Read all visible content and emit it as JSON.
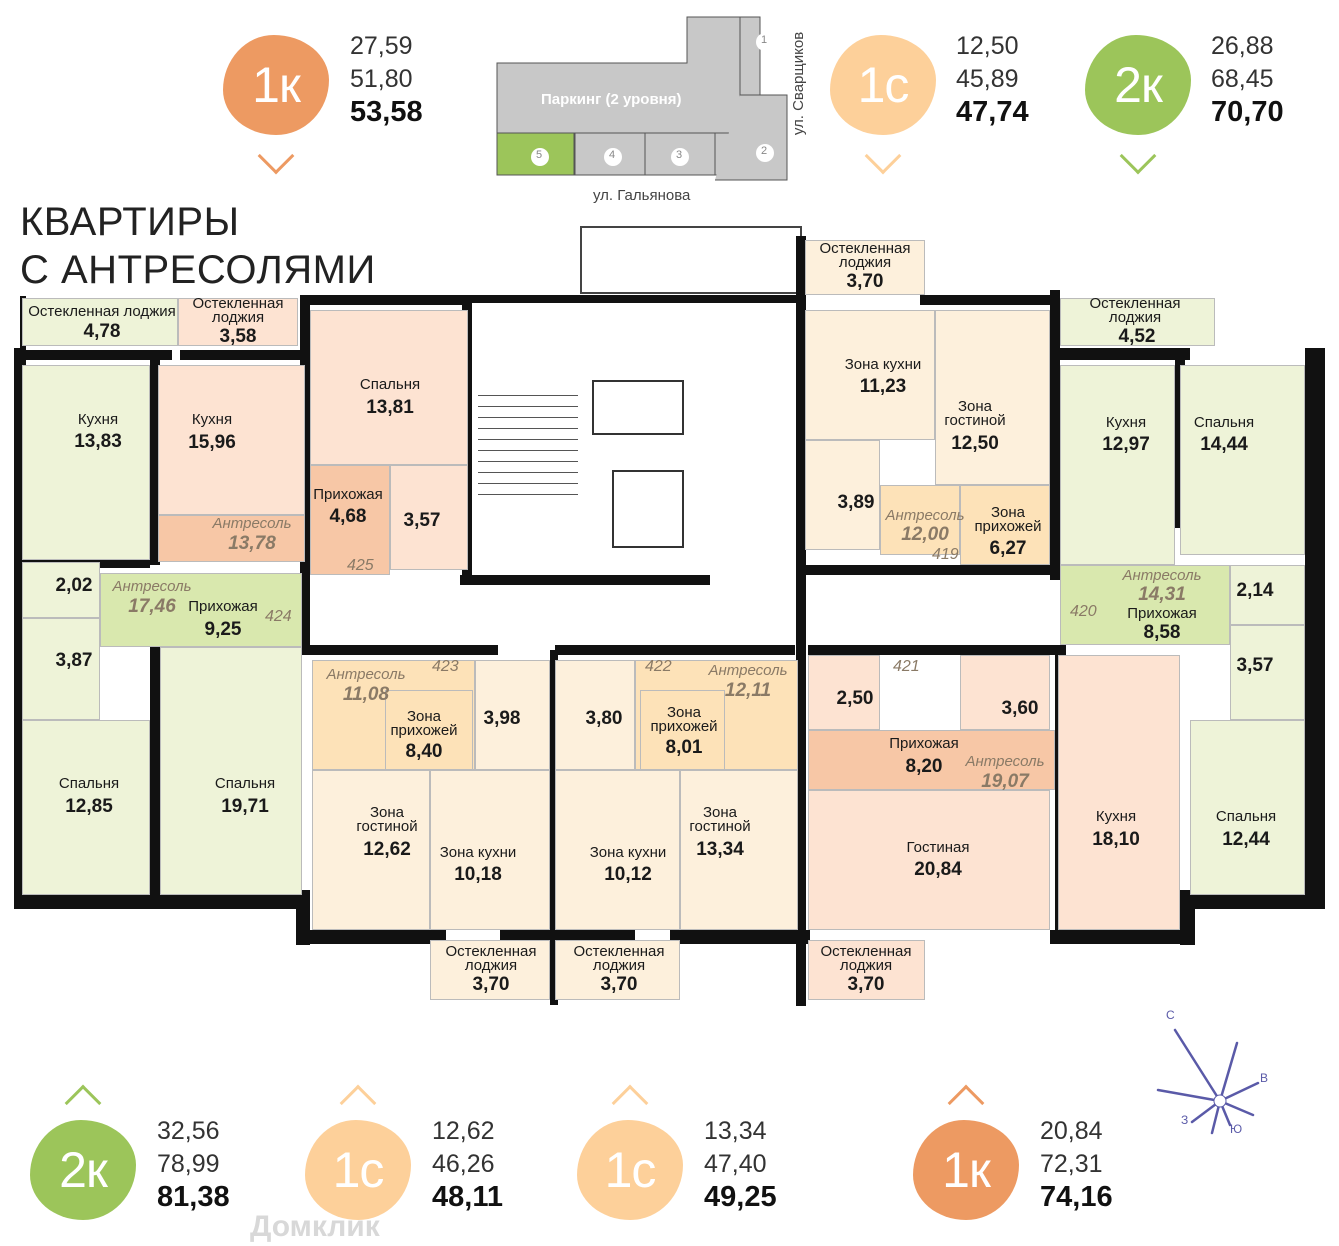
{
  "summary_top": [
    {
      "type": "1к",
      "living": "27,59",
      "total_no_ant": "51,80",
      "total": "53,58",
      "color": "#ed9a62"
    },
    {
      "type": "1с",
      "living": "12,50",
      "total_no_ant": "45,89",
      "total": "47,74",
      "color": "#fdd09a"
    },
    {
      "type": "2к",
      "living": "26,88",
      "total_no_ant": "68,45",
      "total": "70,70",
      "color": "#9cc55a"
    }
  ],
  "summary_bottom": [
    {
      "type": "2к",
      "living": "32,56",
      "total_no_ant": "78,99",
      "total": "81,38",
      "color": "#9cc55a"
    },
    {
      "type": "1с",
      "living": "12,62",
      "total_no_ant": "46,26",
      "total": "48,11",
      "color": "#fdd09a"
    },
    {
      "type": "1с",
      "living": "13,34",
      "total_no_ant": "47,40",
      "total": "49,25",
      "color": "#fdd09a"
    },
    {
      "type": "1к",
      "living": "20,84",
      "total_no_ant": "72,31",
      "total": "74,16",
      "color": "#ed9a62"
    }
  ],
  "title": {
    "line1": "КВАРТИРЫ",
    "line2": "С АНТРЕСОЛЯМИ"
  },
  "site_plan": {
    "parking": "Паркинг (2 уровня)",
    "sections": [
      "1",
      "2",
      "3",
      "4",
      "5"
    ],
    "current_section": "5",
    "street_bottom": "ул. Гальянова",
    "street_right": "ул. Сварщиков",
    "highlight_color": "#9cc55a"
  },
  "rooms": [
    {
      "name": "Остекленная лоджия",
      "area": "4,78"
    },
    {
      "name": "Кухня",
      "area": "13,83"
    },
    {
      "name": "",
      "area": "2,02"
    },
    {
      "name": "Антресоль",
      "area": "17,46",
      "name2": "Прихожая",
      "area2": "9,25"
    },
    {
      "name": "",
      "area": "3,87"
    },
    {
      "name": "Спальня",
      "area": "12,85"
    },
    {
      "name": "Спальня",
      "area": "19,71"
    },
    {
      "name": "Остекленная лоджия",
      "area": "3,58"
    },
    {
      "name": "Кухня",
      "area": "15,96"
    },
    {
      "name": "Антресоль",
      "area": "13,78"
    },
    {
      "name": "Спальня",
      "area": "13,81"
    },
    {
      "name": "Прихожая",
      "area": "4,68"
    },
    {
      "name": "",
      "area": "3,57"
    },
    {
      "name": "Остекленная лоджия",
      "area": "3,70"
    },
    {
      "name": "Зона кухни",
      "area": "11,23"
    },
    {
      "name": "Зона гостиной",
      "area": "12,50"
    },
    {
      "name": "",
      "area": "3,89"
    },
    {
      "name": "Антресоль",
      "area": "12,00"
    },
    {
      "name": "Зона прихожей",
      "area": "6,27"
    },
    {
      "name": "Остекленная лоджия",
      "area": "4,52"
    },
    {
      "name": "Кухня",
      "area": "12,97"
    },
    {
      "name": "Спальня",
      "area": "14,44"
    },
    {
      "name": "Антресоль",
      "area": "14,31",
      "name2": "Прихожая",
      "area2": "8,58"
    },
    {
      "name": "",
      "area": "2,14"
    },
    {
      "name": "",
      "area": "3,57"
    },
    {
      "name": "Спальня",
      "area": "12,44"
    },
    {
      "name": "Антресоль",
      "area": "11,08"
    },
    {
      "name": "Зона прихожей",
      "area": "8,40"
    },
    {
      "name": "",
      "area": "3,98"
    },
    {
      "name": "Зона гостиной",
      "area": "12,62"
    },
    {
      "name": "Зона кухни",
      "area": "10,18"
    },
    {
      "name": "Остекленная лоджия",
      "area": "3,70"
    },
    {
      "name": "",
      "area": "3,80"
    },
    {
      "name": "Антресоль",
      "area": "12,11"
    },
    {
      "name": "Зона прихожей",
      "area": "8,01"
    },
    {
      "name": "Зона кухни",
      "area": "10,12"
    },
    {
      "name": "Зона гостиной",
      "area": "13,34"
    },
    {
      "name": "Остекленная лоджия",
      "area": "3,70"
    },
    {
      "name": "",
      "area": "2,50"
    },
    {
      "name": "",
      "area": "3,60"
    },
    {
      "name": "Прихожая",
      "area": "8,20",
      "name2": "Антресоль",
      "area2": "19,07"
    },
    {
      "name": "Гостиная",
      "area": "20,84"
    },
    {
      "name": "Кухня",
      "area": "18,10"
    },
    {
      "name": "Остекленная лоджия",
      "area": "3,70"
    }
  ],
  "apartment_numbers": [
    "425",
    "424",
    "419",
    "420",
    "423",
    "422",
    "421"
  ],
  "compass": {
    "north": "С",
    "east": "В",
    "south": "Ю",
    "west": "З",
    "color": "#5a5aa8"
  },
  "watermark": "Домклик"
}
